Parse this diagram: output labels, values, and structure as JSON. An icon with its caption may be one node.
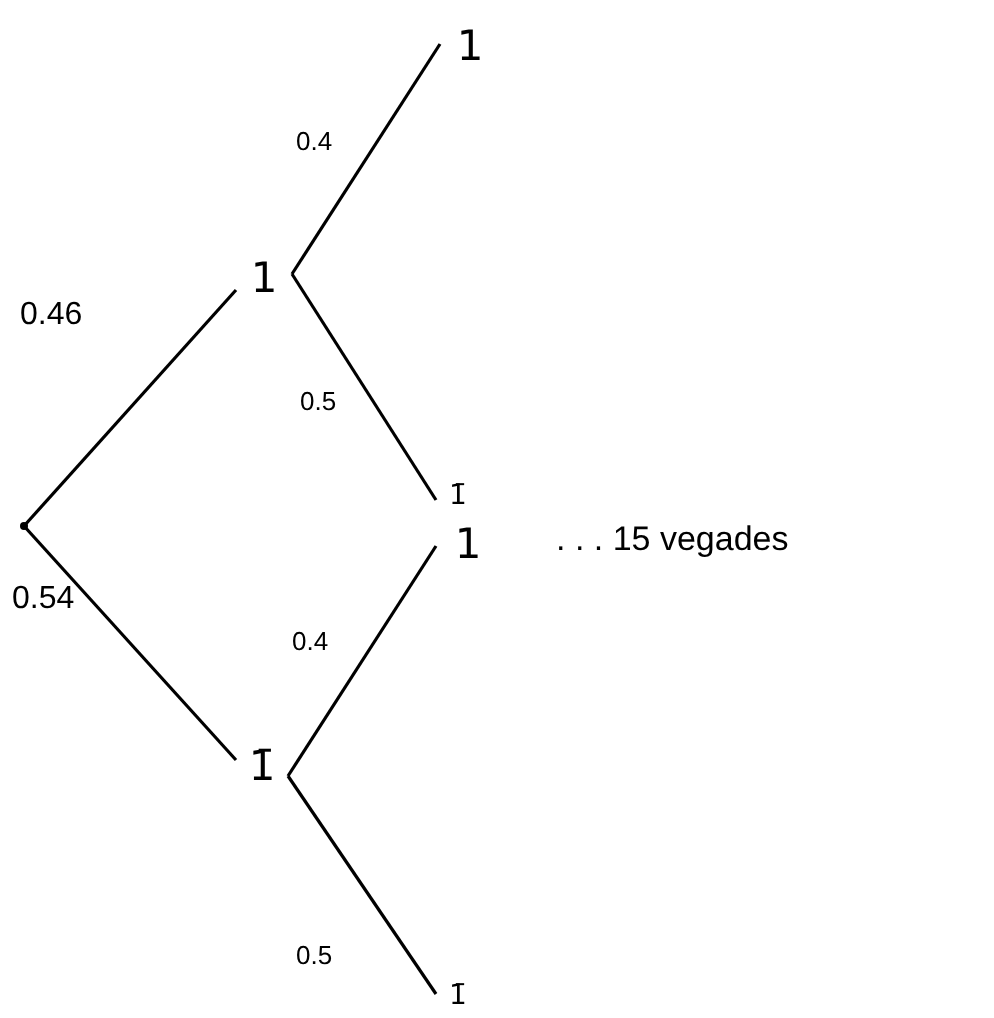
{
  "diagram": {
    "nodes": [
      {
        "text": [],
        "shape": "point"
      },
      {
        "text": [
          "1"
        ]
      },
      {
        "text": [
          "1̄"
        ]
      },
      {
        "text": [
          "1"
        ]
      },
      {
        "text": [
          "1̄"
        ]
      },
      {
        "text": [
          "1"
        ]
      },
      {
        "text": [
          "1̄"
        ]
      }
    ],
    "edges": [
      {
        "from": 0,
        "to": 1,
        "arrow": "none",
        "label": "0.46"
      },
      {
        "from": 0,
        "to": 2,
        "arrow": "none",
        "label": "0.54"
      },
      {
        "from": 1,
        "to": 3,
        "arrow": "none",
        "label": "0.4"
      },
      {
        "from": 1,
        "to": 4,
        "arrow": "none",
        "label": "0.5"
      },
      {
        "from": 2,
        "to": 5,
        "arrow": "none",
        "label": "0.4"
      },
      {
        "from": 2,
        "to": 6,
        "arrow": "none",
        "label": "0.5"
      }
    ],
    "labels": [
      ". . . 15 vegades"
    ]
  }
}
